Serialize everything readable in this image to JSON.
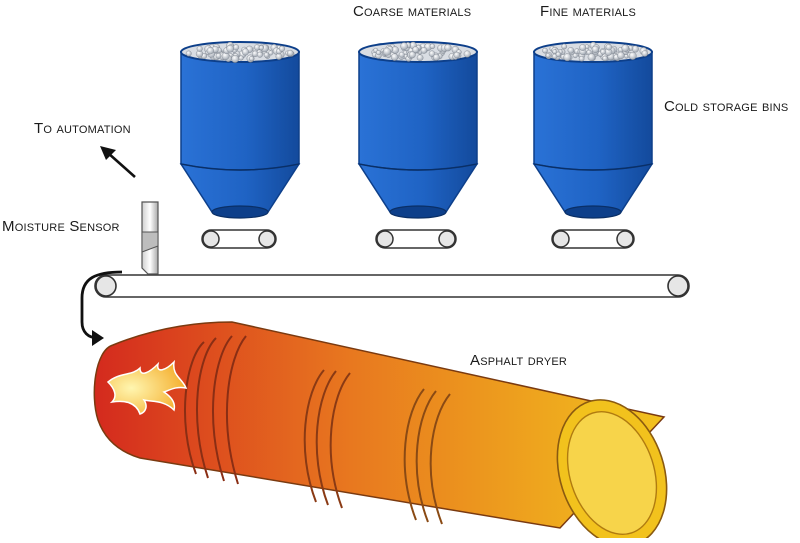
{
  "labels": {
    "coarse": "Coarse materials",
    "fine": "Fine materials",
    "cold_bins": "Cold storage bins",
    "to_automation": "To automation",
    "moisture_sensor": "Moisture Sensor",
    "dryer": "Asphalt dryer"
  },
  "colors": {
    "bin_blue": "#1f63c4",
    "bin_dark": "#0d3f8a",
    "dryer_hot": "#d42a1e",
    "dryer_mid": "#e8781f",
    "dryer_cool": "#f2c21d",
    "belt_stroke": "#333333"
  },
  "icons": [
    "flame-icon",
    "arrow-to-automation-icon",
    "curved-arrow-icon"
  ]
}
